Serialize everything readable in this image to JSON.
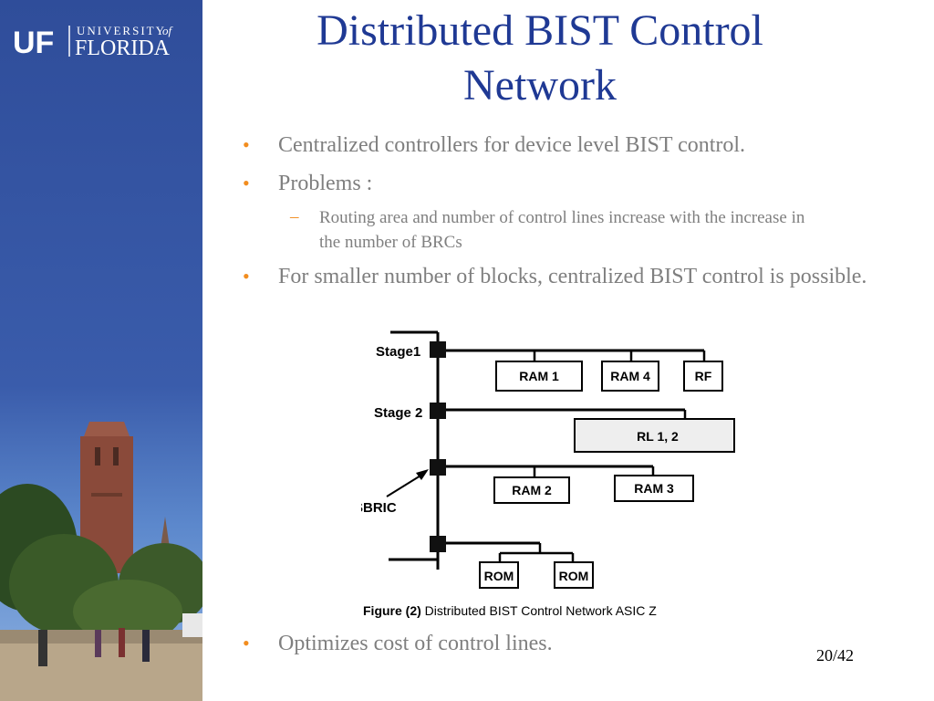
{
  "logo": {
    "mark": "UF",
    "university": "UNIVERSITY",
    "of": "of",
    "name": "FLORIDA"
  },
  "title_line1": "Distributed BIST Control",
  "title_line2": "Network",
  "bullets": [
    "Centralized controllers for device level BIST control.",
    "Problems :",
    "For smaller number of blocks, centralized BIST control is possible.",
    "Optimizes cost of control lines."
  ],
  "sub_bullets": [
    "Routing area and number of control lines increase with the increase in the number of BRCs"
  ],
  "figure": {
    "stages": [
      "Stage1",
      "Stage 2"
    ],
    "arrow_label": "SBRIC",
    "blocks": [
      "RAM 1",
      "RAM 4",
      "RF",
      "RL 1, 2",
      "RAM 2",
      "RAM 3",
      "ROM",
      "ROM"
    ],
    "caption_prefix": "Figure (2)",
    "caption_text": " Distributed BIST Control Network ASIC Z"
  },
  "page_number": "20/42",
  "colors": {
    "sidebar": "#2f4d9a",
    "title": "#1f3994",
    "bullet_marker": "#f28d1f",
    "body_text": "#7f7f7f"
  }
}
